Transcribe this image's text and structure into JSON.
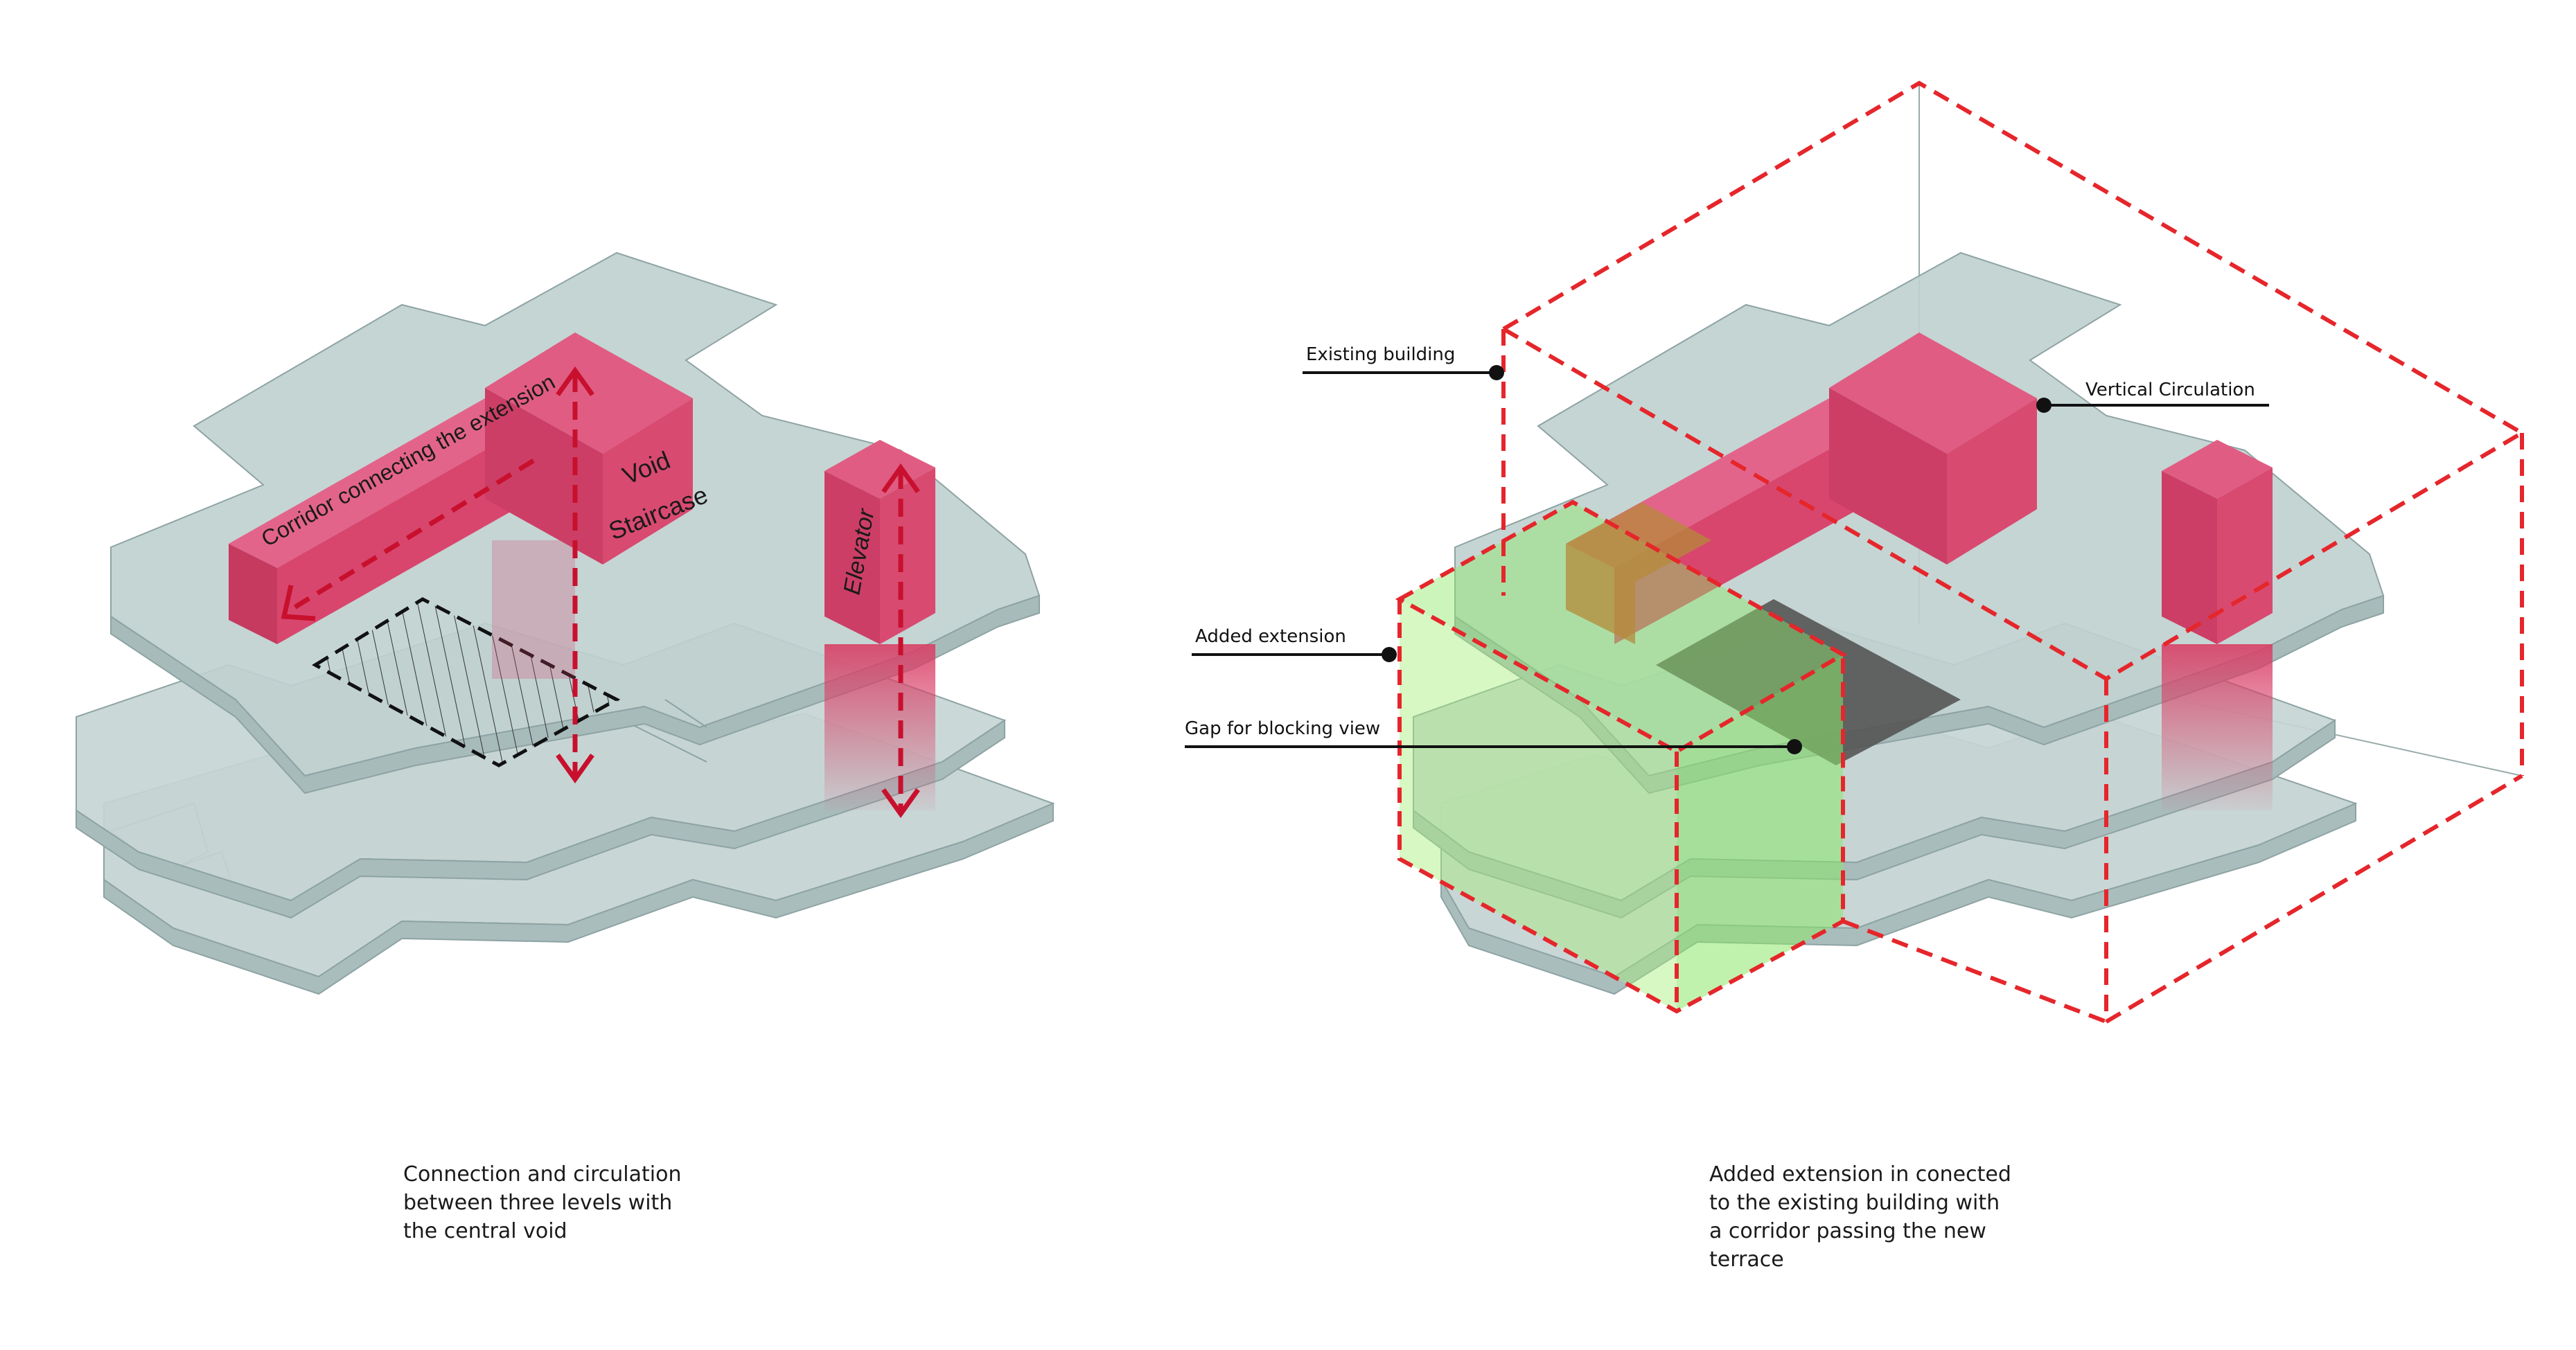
{
  "left_diagram": {
    "corridor_label": "Corridor connecting the extension",
    "void_label_line1": "Void",
    "void_label_line2": "Staircase",
    "elevator_label": "Elevator",
    "caption": "Connection and circulation\nbetween three levels with\nthe central void"
  },
  "right_diagram": {
    "labels": {
      "existing_building": "Existing building",
      "vertical_circulation": "Vertical Circulation",
      "added_extension": "Added extension",
      "gap": "Gap for blocking view"
    },
    "caption": "Added extension in conected\nto the existing building with\na corridor passing the new\nterrace"
  },
  "colors": {
    "slab_fill": "#c3d3d2",
    "slab_stroke": "#8ea3a3",
    "circulation_red": "#d94067",
    "dashed_red": "#e5262b",
    "extension_green": "#8de86a",
    "gap_dark": "#555555"
  }
}
